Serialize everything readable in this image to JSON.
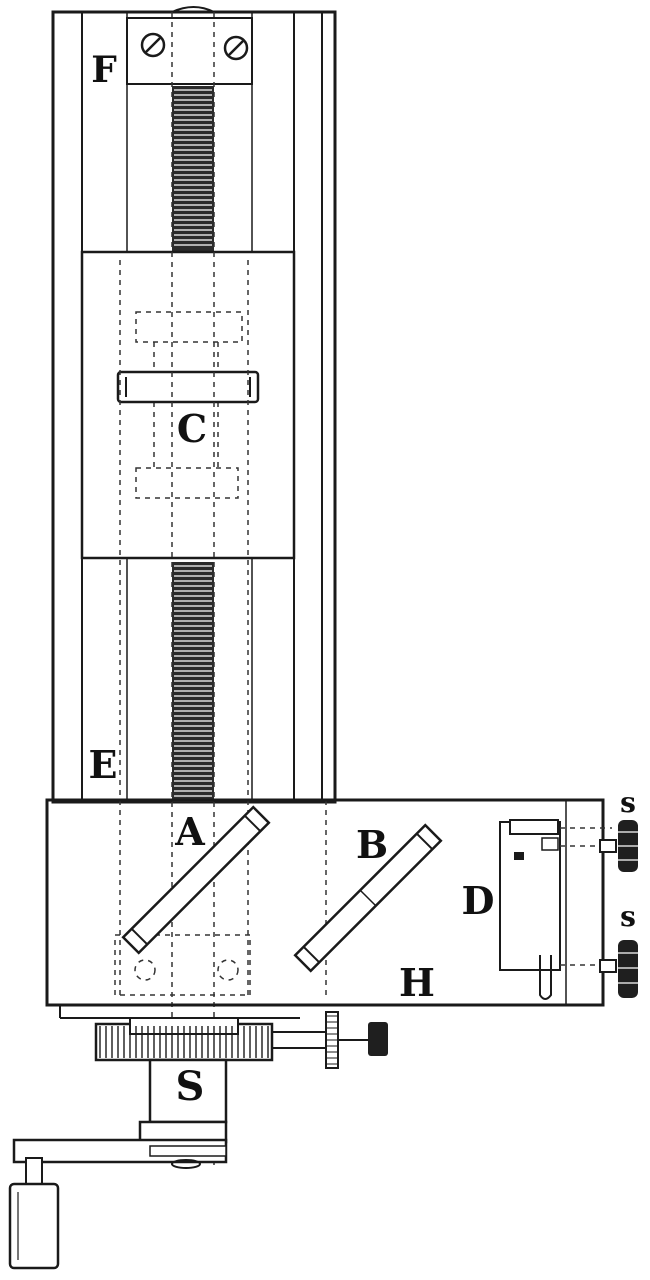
{
  "diagram": {
    "labels": {
      "F": "F",
      "C": "C",
      "E": "E",
      "A": "A",
      "B": "B",
      "D": "D",
      "H": "H",
      "S_shaft": "S",
      "s_screw_upper": "s",
      "s_screw_lower": "s"
    },
    "colors": {
      "ink": "#1a1a1a",
      "paper": "#ffffff",
      "thread_fill": "#2b2b2b"
    }
  }
}
